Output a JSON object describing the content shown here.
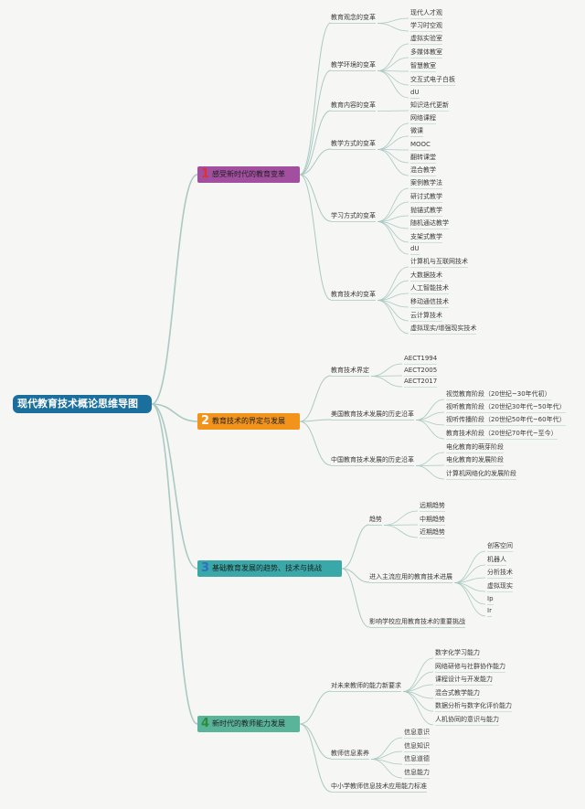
{
  "root": {
    "label": "现代教育技术概论思维导图"
  },
  "branches": [
    {
      "num": "1",
      "label": "感受新时代的教育变革",
      "color": "#a24fa0",
      "num_color": "#e03030",
      "children": [
        {
          "label": "教育观念的变革",
          "children": [
            "现代人才观",
            "学习时空观"
          ]
        },
        {
          "label": "教学环境的变革",
          "children": [
            "虚拟实验室",
            "多媒体教室",
            "智慧教室",
            "交互式电子白板",
            "dU"
          ]
        },
        {
          "label": "教育内容的变革",
          "children": [
            "知识迭代更新"
          ]
        },
        {
          "label": "教学方式的变革",
          "children": [
            "网络课程",
            "微课",
            "MOOC",
            "翻转课堂",
            "混合教学"
          ]
        },
        {
          "label": "学习方式的变革",
          "children": [
            "案例教学法",
            "研讨式教学",
            "抛锚式教学",
            "随机通达教学",
            "支架式教学",
            "dU"
          ]
        },
        {
          "label": "教育技术的变革",
          "children": [
            "计算机与互联网技术",
            "大数据技术",
            "人工智能技术",
            "移动通信技术",
            "云计算技术",
            "虚拟现实/增强现实技术"
          ]
        }
      ]
    },
    {
      "num": "2",
      "label": "教育技术的界定与发展",
      "color": "#f2941b",
      "num_color": "#ffffff",
      "children": [
        {
          "label": "教育技术界定",
          "children": [
            "AECT1994",
            "AECT2005",
            "AECT2017"
          ]
        },
        {
          "label": "美国教育技术发展的历史沿革",
          "children": [
            "视觉教育阶段（20世纪~30年代初）",
            "视听教育阶段（20世纪30年代~50年代）",
            "视听传播阶段（20世纪50年代~60年代）",
            "教育技术阶段（20世纪70年代~至今）"
          ]
        },
        {
          "label": "中国教育技术发展的历史沿革",
          "children": [
            "电化教育的萌芽阶段",
            "电化教育的发展阶段",
            "计算机网络化的发展阶段"
          ]
        }
      ]
    },
    {
      "num": "3",
      "label": "基础教育发展的趋势、技术与挑战",
      "color": "#3aa8a8",
      "num_color": "#2f6fc5",
      "children": [
        {
          "label": "趋势",
          "children": [
            "远期趋势",
            "中期趋势",
            "近期趋势"
          ]
        },
        {
          "label": "进入主流应用的教育技术进展",
          "children": [
            "创客空间",
            "机器人",
            "分析技术",
            "虚拟现实",
            "Ip",
            "Ir"
          ]
        },
        {
          "label": "影响学校应用教育技术的重要挑战",
          "children": []
        }
      ]
    },
    {
      "num": "4",
      "label": "新时代的教师能力发展",
      "color": "#5ab49a",
      "num_color": "#2e8b3a",
      "children": [
        {
          "label": "对未来教师的能力新要求",
          "children": [
            "数字化学习能力",
            "网络研修与社群协作能力",
            "课程设计与开发能力",
            "混合式教学能力",
            "数据分析与数字化评价能力",
            "人机协同的意识与能力"
          ]
        },
        {
          "label": "教师信息素养",
          "children": [
            "信息意识",
            "信息知识",
            "信息道德",
            "信息能力"
          ]
        },
        {
          "label": "中小学教师信息技术应用能力标准",
          "children": []
        }
      ]
    }
  ],
  "colors": {
    "root_bg": "#1a6f9d",
    "link": "#a9c9c2",
    "background": "#f6f6f5"
  }
}
